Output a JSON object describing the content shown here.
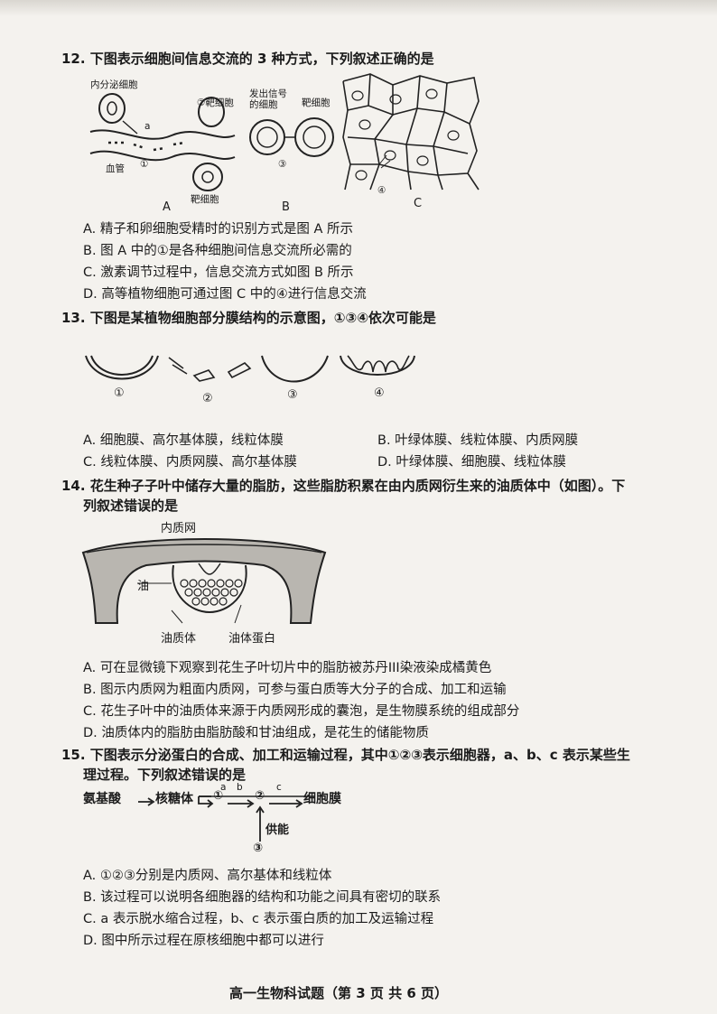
{
  "q12": {
    "stem": "12. 下图表示细胞间信息交流的 3 种方式，下列叙述正确的是",
    "fig": {
      "endocrine": "内分泌细胞",
      "vessel": "血管",
      "a": "a",
      "target2": "②靶细胞",
      "target_bottom": "靶细胞",
      "circ1": "①",
      "signal_cell": "发出信号的细胞",
      "target_b": "靶细胞",
      "circ3": "③",
      "circ4": "④",
      "label_a": "A",
      "label_b": "B",
      "label_c": "C"
    },
    "options": [
      "A. 精子和卵细胞受精时的识别方式是图 A 所示",
      "B. 图 A 中的①是各种细胞间信息交流所必需的",
      "C. 激素调节过程中，信息交流方式如图 B 所示",
      "D. 高等植物细胞可通过图 C 中的④进行信息交流"
    ]
  },
  "q13": {
    "stem": "13. 下图是某植物细胞部分膜结构的示意图，①③④依次可能是",
    "labels": [
      "①",
      "②",
      "③",
      "④"
    ],
    "options": [
      "A. 细胞膜、高尔基体膜，线粒体膜",
      "B. 叶绿体膜、线粒体膜、内质网膜",
      "C. 线粒体膜、内质网膜、高尔基体膜",
      "D. 叶绿体膜、细胞膜、线粒体膜"
    ]
  },
  "q14": {
    "stem_line1": "14. 花生种子子叶中储存大量的脂肪，这些脂肪积累在由内质网衍生来的油质体中（如图）。下",
    "stem_line2": "列叙述错误的是",
    "fig": {
      "er": "内质网",
      "oil": "油",
      "oil_body": "油质体",
      "oleosin": "油体蛋白"
    },
    "options": [
      "A. 可在显微镜下观察到花生子叶切片中的脂肪被苏丹III染液染成橘黄色",
      "B. 图示内质网为粗面内质网，可参与蛋白质等大分子的合成、加工和运输",
      "C. 花生子叶中的油质体来源于内质网形成的囊泡，是生物膜系统的组成部分",
      "D. 油质体内的脂肪由脂肪酸和甘油组成，是花生的储能物质"
    ]
  },
  "q15": {
    "stem_line1": "15. 下图表示分泌蛋白的合成、加工和运输过程，其中①②③表示细胞器，a、b、c 表示某些生",
    "stem_line2": "理过程。下列叙述错误的是",
    "fig": {
      "amino": "氨基酸",
      "ribosome": "核糖体",
      "a": "a",
      "c1": "①",
      "b": "b",
      "c2": "②",
      "c": "c",
      "membrane": "细胞膜",
      "energy": "供能",
      "c3": "③"
    },
    "options": [
      "A. ①②③分别是内质网、高尔基体和线粒体",
      "B. 该过程可以说明各细胞器的结构和功能之间具有密切的联系",
      "C. a 表示脱水缩合过程，b、c 表示蛋白质的加工及运输过程",
      "D. 图中所示过程在原核细胞中都可以进行"
    ]
  },
  "footer": "高一生物科试题（第 3 页  共 6 页）"
}
